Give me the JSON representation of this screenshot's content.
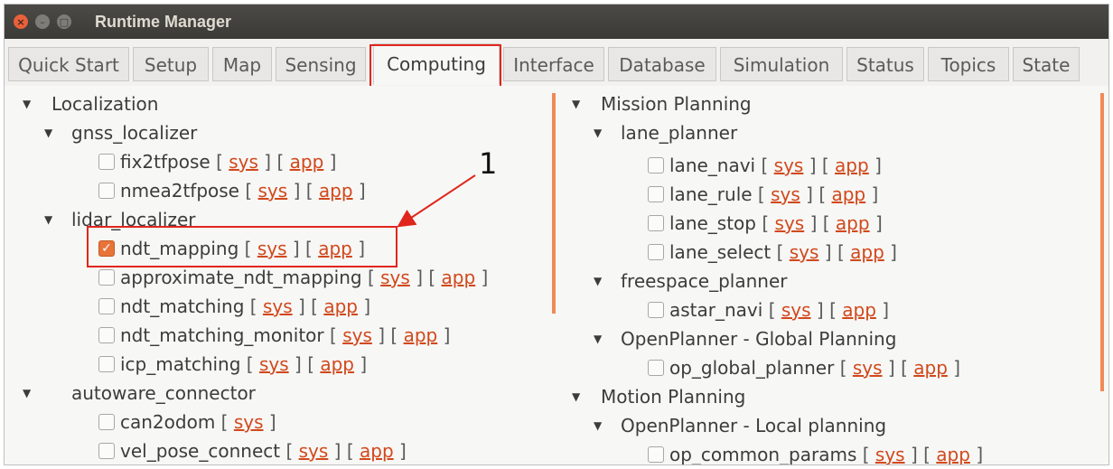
{
  "window": {
    "title": "Runtime Manager"
  },
  "titlebar": {
    "close_glyph": "×",
    "min_glyph": "–",
    "max_glyph": "□"
  },
  "tabs": [
    {
      "label": "Quick Start"
    },
    {
      "label": "Setup"
    },
    {
      "label": "Map"
    },
    {
      "label": "Sensing"
    },
    {
      "label": "Computing"
    },
    {
      "label": "Interface"
    },
    {
      "label": "Database"
    },
    {
      "label": "Simulation"
    },
    {
      "label": "Status"
    },
    {
      "label": "Topics"
    },
    {
      "label": "State"
    }
  ],
  "active_tab": "Computing",
  "links": {
    "sys": "sys",
    "app": "app",
    "open": "[",
    "close": "]"
  },
  "annotation": {
    "label": "1"
  },
  "left": {
    "localization": "Localization",
    "gnss_localizer": "gnss_localizer",
    "fix2tfpose": "fix2tfpose",
    "nmea2tfpose": "nmea2tfpose",
    "lidar_localizer": "lidar_localizer",
    "ndt_mapping": "ndt_mapping",
    "approximate_ndt_mapping": "approximate_ndt_mapping",
    "ndt_matching": "ndt_matching",
    "ndt_matching_monitor": "ndt_matching_monitor",
    "icp_matching": "icp_matching",
    "autoware_connector": "autoware_connector",
    "can2odom": "can2odom",
    "vel_pose_connect": "vel_pose_connect"
  },
  "right": {
    "mission_planning": "Mission Planning",
    "lane_planner": "lane_planner",
    "lane_navi": "lane_navi",
    "lane_rule": "lane_rule",
    "lane_stop": "lane_stop",
    "lane_select": "lane_select",
    "freespace_planner": "freespace_planner",
    "astar_navi": "astar_navi",
    "openplanner_global": "OpenPlanner - Global Planning",
    "op_global_planner": "op_global_planner",
    "motion_planning": "Motion Planning",
    "openplanner_local": "OpenPlanner - Local planning",
    "op_common_params": "op_common_params"
  },
  "checked": {
    "ndt_mapping": true
  },
  "colors": {
    "accent": "#e8743a",
    "link": "#d1491c",
    "highlight": "#e0261c",
    "titlebar": "#3b3a36"
  }
}
